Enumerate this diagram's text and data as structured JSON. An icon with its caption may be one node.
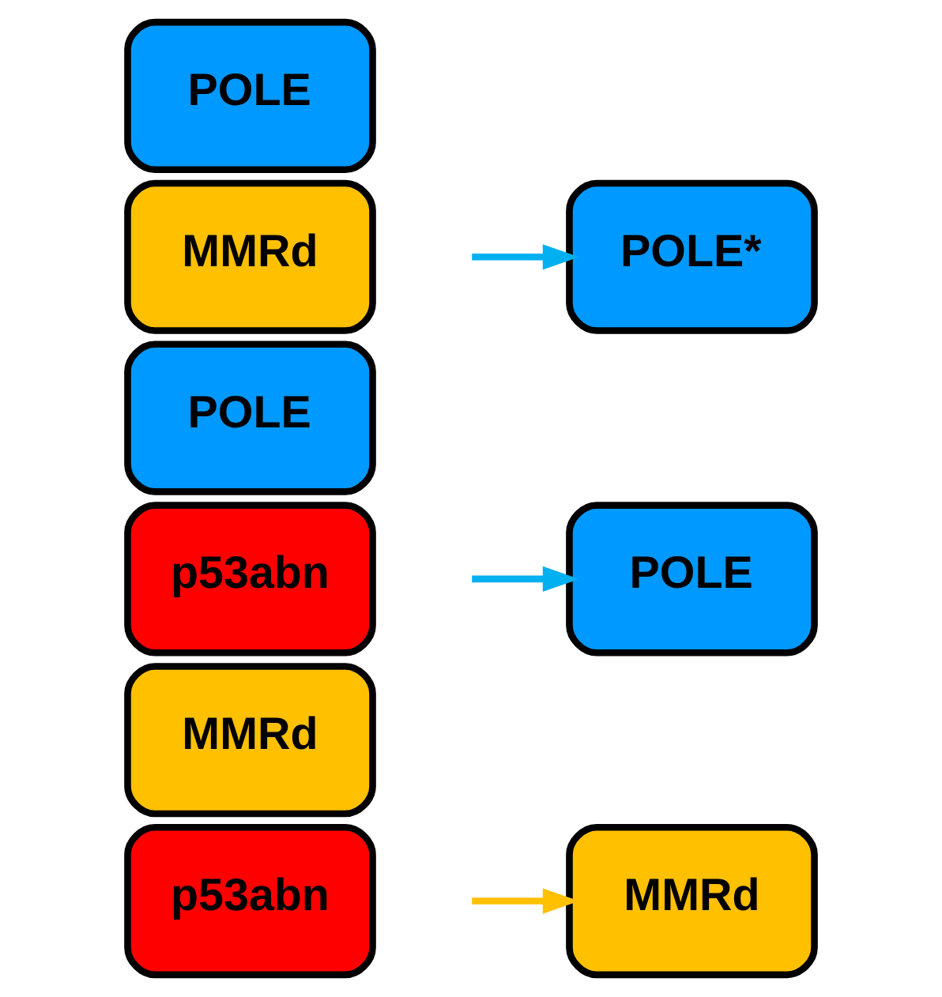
{
  "diagram": {
    "nodes": [
      {
        "text": [
          "POLE"
        ]
      },
      {
        "text": [
          "MMRd"
        ]
      },
      {
        "text": [
          "POLE*"
        ]
      },
      {
        "text": [
          "POLE"
        ]
      },
      {
        "text": [
          "p53abn"
        ]
      },
      {
        "text": [
          "POLE"
        ]
      },
      {
        "text": [
          "MMRd"
        ]
      },
      {
        "text": [
          "p53abn"
        ]
      },
      {
        "text": [
          "MMRd"
        ]
      }
    ],
    "edges": [
      {
        "from": null,
        "to": 2,
        "arrow": "to",
        "color": "#00b0f0"
      },
      {
        "from": null,
        "to": 5,
        "arrow": "to",
        "color": "#00b0f0"
      },
      {
        "from": null,
        "to": 8,
        "arrow": "to",
        "color": "#ffc000"
      }
    ]
  }
}
